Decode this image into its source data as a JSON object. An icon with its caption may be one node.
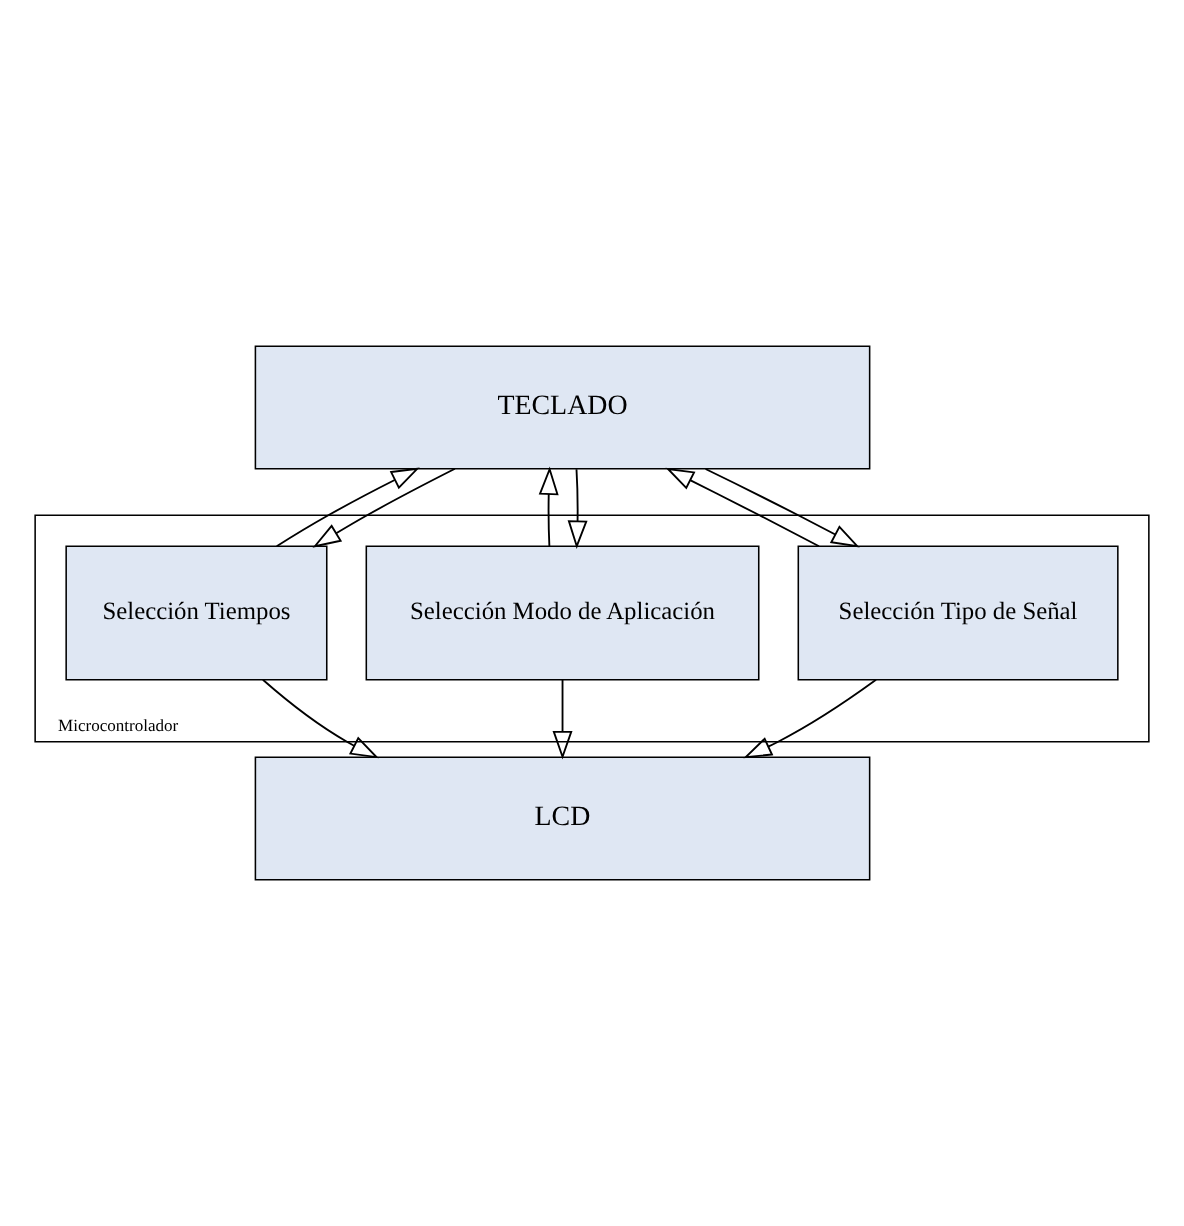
{
  "diagram": {
    "nodes": [
      {
        "text": [
          "TECLADO"
        ]
      },
      {
        "text": [
          "Microcontrolador"
        ]
      },
      {
        "text": [
          "Selección Tipo de Señal"
        ],
        "in": 1
      },
      {
        "text": [
          "Selección Modo de Aplicación"
        ],
        "in": 1
      },
      {
        "text": [
          "Selección Tiempos"
        ],
        "in": 1
      },
      {
        "text": [
          "LCD"
        ]
      }
    ],
    "edges": [
      {
        "from": 2,
        "to": 0,
        "arrow": "to"
      },
      {
        "from": 0,
        "to": 2,
        "arrow": "to"
      },
      {
        "from": 3,
        "to": 0,
        "arrow": "to"
      },
      {
        "from": 0,
        "to": 3,
        "arrow": "to"
      },
      {
        "from": 4,
        "to": 0,
        "arrow": "to"
      },
      {
        "from": 0,
        "to": 4,
        "arrow": "to"
      },
      {
        "from": 2,
        "to": 5,
        "arrow": "to"
      },
      {
        "from": 3,
        "to": 5,
        "arrow": "to"
      },
      {
        "from": 4,
        "to": 5,
        "arrow": "to"
      }
    ]
  }
}
